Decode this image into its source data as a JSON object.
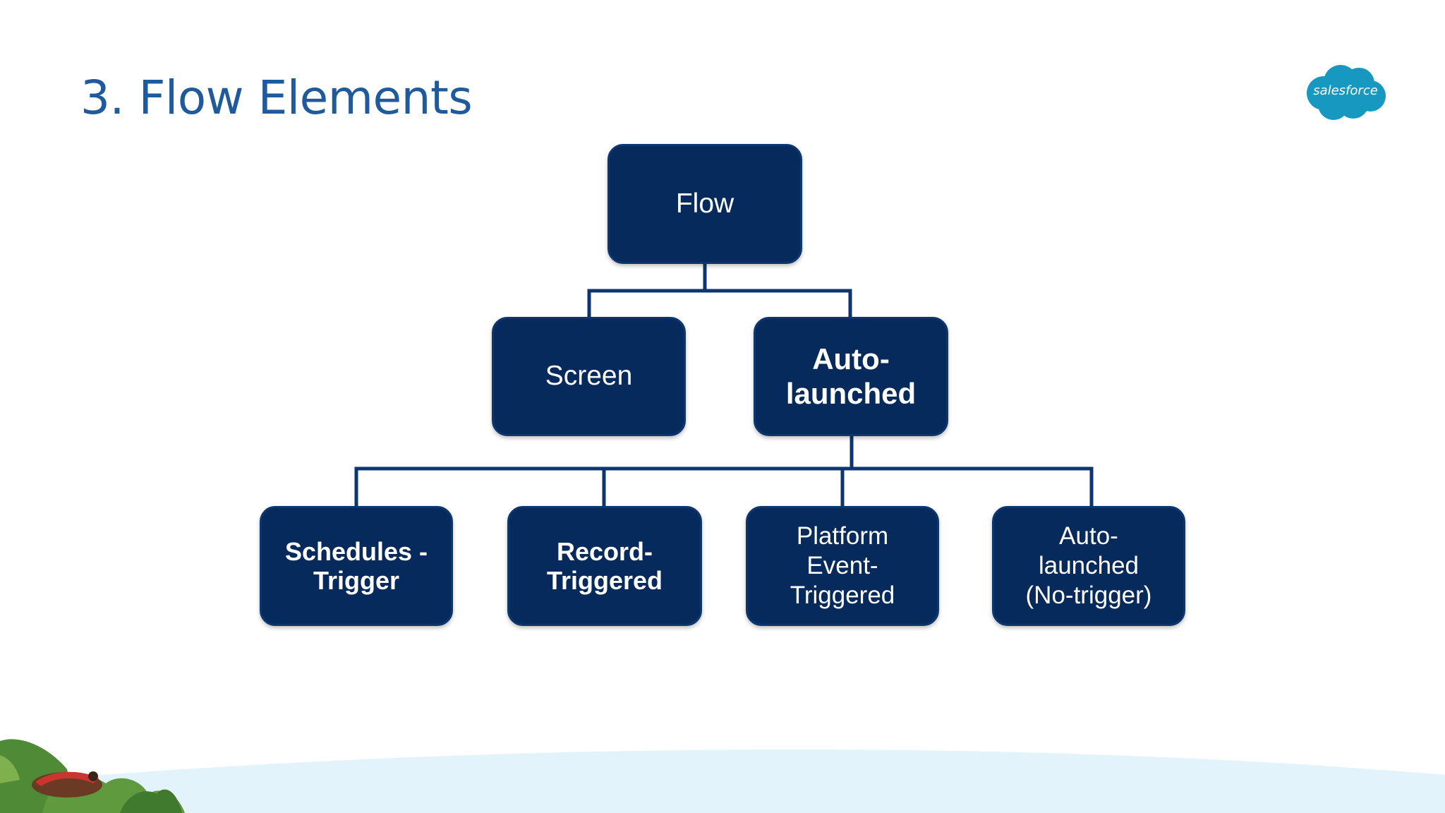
{
  "slide": {
    "title": "3. Flow Elements",
    "logo_text": "salesforce"
  },
  "colors": {
    "title": "#1f5a9c",
    "node_fill": "#072a5c",
    "connector": "#0d3670",
    "logo": "#1798c1",
    "ground": "#e3f3fb"
  },
  "diagram": {
    "root": {
      "label": "Flow"
    },
    "level2": [
      {
        "label": "Screen"
      },
      {
        "label": "Auto-\nlaunched"
      }
    ],
    "level3": [
      {
        "label": "Schedules -\nTrigger"
      },
      {
        "label": "Record-\nTriggered"
      },
      {
        "label": "Platform\nEvent-\nTriggered"
      },
      {
        "label": "Auto-\nlaunched\n(No-trigger)"
      }
    ]
  },
  "icons": {
    "logo": "salesforce-cloud-logo",
    "decoration": "mascot-and-plants-illustration"
  }
}
